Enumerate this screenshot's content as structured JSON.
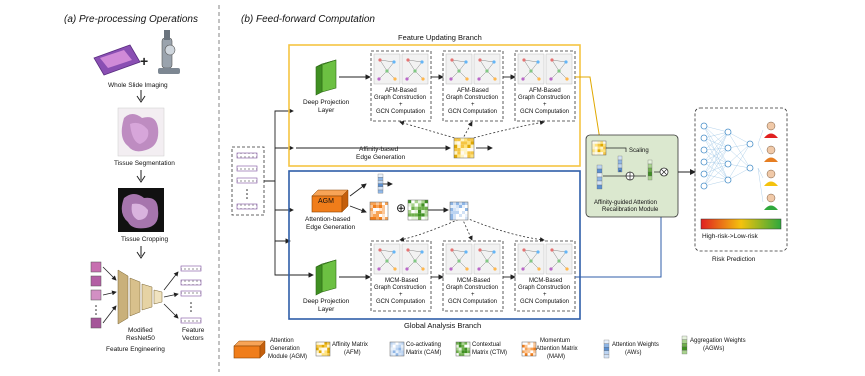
{
  "panel_a": {
    "title": "(a) Pre-processing Operations",
    "whole_slide_imaging": "Whole Slide Imaging",
    "tissue_segmentation": "Tissue Segmentation",
    "tissue_cropping": "Tissue Cropping",
    "modified": "Modified",
    "resnet50": "ResNet50",
    "feature": "Feature",
    "vectors": "Vectors",
    "feature_engineering": "Feature Engineering"
  },
  "panel_b": {
    "title": "(b) Feed-forward Computation",
    "feature_updating_branch": "Feature Updating Branch",
    "global_analysis_branch": "Global Analysis Branch",
    "deep_projection": "Deep Projection",
    "layer": "Layer",
    "afm_line1": "AFM-Based",
    "afm_line2": "Graph Construction",
    "plus": "+",
    "gcn": "GCN Computation",
    "mcm_line1": "MCM-Based",
    "mcm_line2": "Graph Construction",
    "affinity_edge_1": "Affinity-based",
    "affinity_edge_2": "Edge Generation",
    "agm": "AGM",
    "attention_edge_1": "Attention-based",
    "attention_edge_2": "Edge Generation",
    "oplus": "⊕",
    "scaling": "Scaling",
    "aarm_1": "Affinity-guided Attention",
    "aarm_2": "Recalibration Module",
    "risk_bar": "High-risk->Low-risk",
    "risk_prediction": "Risk Prediction"
  },
  "legend": {
    "agm_1": "Attention",
    "agm_2": "Generation",
    "agm_3": "Module (AGM)",
    "afm_1": "Affinity Matrix",
    "afm_2": "(AFM)",
    "cam_1": "Co-activating",
    "cam_2": "Matrix (CAM)",
    "ctm_1": "Contextual",
    "ctm_2": "Matrix (CTM)",
    "mam_1": "Momentum",
    "mam_2": "Attention Matrix",
    "mam_3": "(MAM)",
    "aw_1": "Attention Weights",
    "aw_2": "(AWs)",
    "agw_1": "Aggregation Weights",
    "agw_2": "(AGWs)"
  },
  "colors": {
    "feature_branch": "#f5c542",
    "global_branch": "#2f5ea8",
    "agm_orange": "#f07d1a",
    "projection_green": "#4ea82a",
    "recal_bg": "#dbe8cf",
    "risk_high": "#e02020",
    "risk_low": "#2fa83c"
  }
}
